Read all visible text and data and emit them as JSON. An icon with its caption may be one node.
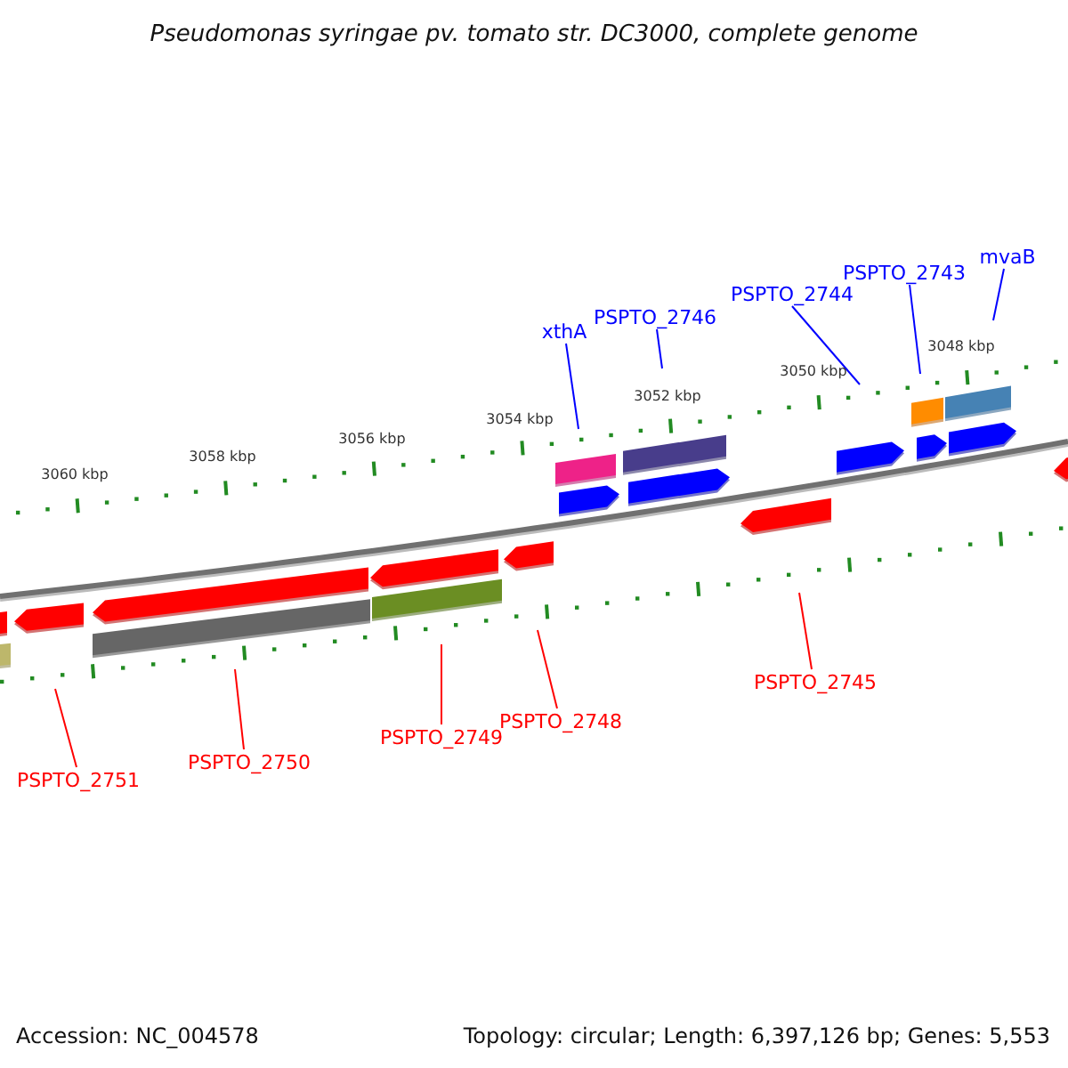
{
  "diagram": {
    "title": "Pseudomonas syringae pv. tomato str. DC3000, complete genome",
    "nodes": [
      {
        "text": [
          "xthA"
        ]
      },
      {
        "text": [
          "PSPTO_2746"
        ]
      },
      {
        "text": [
          "PSPTO_2744"
        ]
      },
      {
        "text": [
          "PSPTO_2743"
        ]
      },
      {
        "text": [
          "mvaB"
        ]
      },
      {
        "text": [
          "PSPTO_2751"
        ]
      },
      {
        "text": [
          "PSPTO_2750"
        ]
      },
      {
        "text": [
          "PSPTO_2749"
        ]
      },
      {
        "text": [
          "PSPTO_2748"
        ]
      },
      {
        "text": [
          "PSPTO_2745"
        ]
      }
    ],
    "edges": [
      {
        "from": 0,
        "to": null,
        "arrow": "none"
      },
      {
        "from": 1,
        "to": null,
        "arrow": "none"
      },
      {
        "from": 2,
        "to": null,
        "arrow": "none"
      },
      {
        "from": 3,
        "to": null,
        "arrow": "none"
      },
      {
        "from": 4,
        "to": null,
        "arrow": "none"
      },
      {
        "from": 5,
        "to": null,
        "arrow": "none",
        "color": "#ff0000"
      },
      {
        "from": 6,
        "to": null,
        "arrow": "none",
        "color": "#ff0000"
      },
      {
        "from": 7,
        "to": null,
        "arrow": "none",
        "color": "#ff0000"
      },
      {
        "from": 8,
        "to": null,
        "arrow": "none",
        "color": "#ff0000"
      },
      {
        "from": 9,
        "to": null,
        "arrow": "none",
        "color": "#ff0000"
      }
    ],
    "labels": [
      "3060 kbp",
      "3058 kbp",
      "3056 kbp",
      "3054 kbp",
      "3052 kbp",
      "3050 kbp",
      "3048 kbp",
      "Accession: NC_004578",
      "Topology: circular; Length: 6,397,126 bp; Genes: 5,553"
    ]
  }
}
